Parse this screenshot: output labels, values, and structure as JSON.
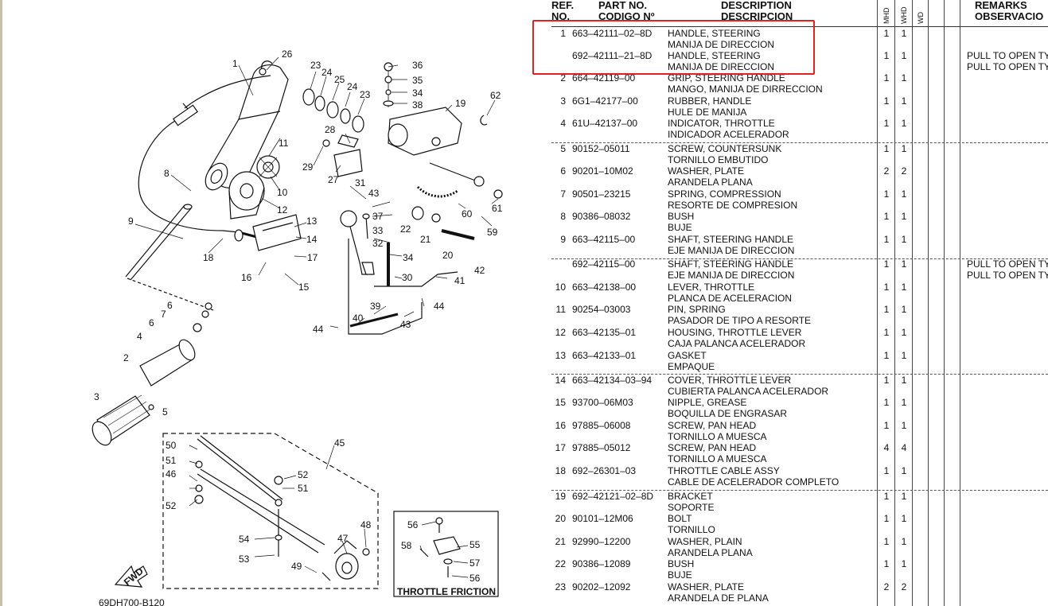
{
  "header": {
    "ref": [
      "REF.",
      "NO."
    ],
    "part_no": [
      "PART NO.",
      "CODIGO Nº"
    ],
    "description": [
      "DESCRIPTION",
      "DESCRIPCION"
    ],
    "remarks": [
      "REMARKS",
      "OBSERVACIO"
    ],
    "model_cols": [
      "MHD",
      "WHD",
      "WD"
    ]
  },
  "rows": [
    {
      "ref": "1",
      "part": "663–42111–02–8D",
      "d1": "HANDLE, STEERING",
      "d2": "MANIJA DE DIRECCION",
      "q1": "1",
      "q2": "1",
      "rm1": "",
      "rm2": ""
    },
    {
      "ref": "",
      "part": "692–42111–21–8D",
      "d1": "HANDLE, STEERING",
      "d2": "MANIJA DE DIRECCION",
      "q1": "1",
      "q2": "1",
      "rm1": "PULL TO OPEN TY",
      "rm2": "PULL TO OPEN TY"
    },
    {
      "ref": "2",
      "part": "664–42119–00",
      "d1": "GRIP, STEERING HANDLE",
      "d2": "MANGO, MANIJA DE DIRRECCION",
      "q1": "1",
      "q2": "1",
      "rm1": "",
      "rm2": ""
    },
    {
      "ref": "3",
      "part": "6G1–42177–00",
      "d1": "RUBBER, HANDLE",
      "d2": "HULE DE MANIJA",
      "q1": "1",
      "q2": "1",
      "rm1": "",
      "rm2": ""
    },
    {
      "ref": "4",
      "part": "61U–42137–00",
      "d1": "INDICATOR, THROTTLE",
      "d2": "INDICADOR ACELERADOR",
      "q1": "1",
      "q2": "1",
      "rm1": "",
      "rm2": ""
    },
    {
      "ref": "5",
      "part": "90152–05011",
      "d1": "SCREW, COUNTERSUNK",
      "d2": "TORNILLO EMBUTIDO",
      "q1": "1",
      "q2": "1",
      "rm1": "",
      "rm2": ""
    },
    {
      "ref": "6",
      "part": "90201–10M02",
      "d1": "WASHER, PLATE",
      "d2": "ARANDELA PLANA",
      "q1": "2",
      "q2": "2",
      "rm1": "",
      "rm2": ""
    },
    {
      "ref": "7",
      "part": "90501–23215",
      "d1": "SPRING, COMPRESSION",
      "d2": "RESORTE DE COMPRESION",
      "q1": "1",
      "q2": "1",
      "rm1": "",
      "rm2": ""
    },
    {
      "ref": "8",
      "part": "90386–08032",
      "d1": "BUSH",
      "d2": "BUJE",
      "q1": "1",
      "q2": "1",
      "rm1": "",
      "rm2": ""
    },
    {
      "ref": "9",
      "part": "663–42115–00",
      "d1": "SHAFT, STEERING HANDLE",
      "d2": "EJE MANIJA DE DIRECCION",
      "q1": "1",
      "q2": "1",
      "rm1": "",
      "rm2": ""
    },
    {
      "ref": "",
      "part": "692–42115–00",
      "d1": "SHAFT, STEERING HANDLE",
      "d2": "EJE MANIJA DE DIRECCION",
      "q1": "1",
      "q2": "1",
      "rm1": "PULL TO OPEN TY",
      "rm2": "PULL TO OPEN TY"
    },
    {
      "ref": "10",
      "part": "663–42138–00",
      "d1": "LEVER, THROTTLE",
      "d2": "PLANCA DE ACELERACION",
      "q1": "1",
      "q2": "1",
      "rm1": "",
      "rm2": ""
    },
    {
      "ref": "11",
      "part": "90254–03003",
      "d1": "PIN, SPRING",
      "d2": "PASADOR DE TIPO A RESORTE",
      "q1": "1",
      "q2": "1",
      "rm1": "",
      "rm2": ""
    },
    {
      "ref": "12",
      "part": "663–42135–01",
      "d1": "HOUSING, THROTTLE LEVER",
      "d2": "CAJA PALANCA ACELERADOR",
      "q1": "1",
      "q2": "1",
      "rm1": "",
      "rm2": ""
    },
    {
      "ref": "13",
      "part": "663–42133–01",
      "d1": "GASKET",
      "d2": "EMPAQUE",
      "q1": "1",
      "q2": "1",
      "rm1": "",
      "rm2": ""
    },
    {
      "ref": "14",
      "part": "663–42134–03–94",
      "d1": "COVER, THROTTLE LEVER",
      "d2": "CUBIERTA PALANCA ACELERADOR",
      "q1": "1",
      "q2": "1",
      "rm1": "",
      "rm2": ""
    },
    {
      "ref": "15",
      "part": "93700–06M03",
      "d1": "NIPPLE, GREASE",
      "d2": "BOQUILLA DE ENGRASAR",
      "q1": "1",
      "q2": "1",
      "rm1": "",
      "rm2": ""
    },
    {
      "ref": "16",
      "part": "97885–06008",
      "d1": "SCREW, PAN HEAD",
      "d2": "TORNILLO A MUESCA",
      "q1": "1",
      "q2": "1",
      "rm1": "",
      "rm2": ""
    },
    {
      "ref": "17",
      "part": "97885–05012",
      "d1": "SCREW, PAN HEAD",
      "d2": "TORNILLO A MUESCA",
      "q1": "4",
      "q2": "4",
      "rm1": "",
      "rm2": ""
    },
    {
      "ref": "18",
      "part": "692–26301–03",
      "d1": "THROTTLE CABLE ASSY",
      "d2": "CABLE DE ACELERADOR COMPLETO",
      "q1": "1",
      "q2": "1",
      "rm1": "",
      "rm2": ""
    },
    {
      "ref": "19",
      "part": "692–42121–02–8D",
      "d1": "BRACKET",
      "d2": "SOPORTE",
      "q1": "1",
      "q2": "1",
      "rm1": "",
      "rm2": ""
    },
    {
      "ref": "20",
      "part": "90101–12M06",
      "d1": "BOLT",
      "d2": "TORNILLO",
      "q1": "1",
      "q2": "1",
      "rm1": "",
      "rm2": ""
    },
    {
      "ref": "21",
      "part": "92990–12200",
      "d1": "WASHER, PLAIN",
      "d2": "ARANDELA PLANA",
      "q1": "1",
      "q2": "1",
      "rm1": "",
      "rm2": ""
    },
    {
      "ref": "22",
      "part": "90386–12089",
      "d1": "BUSH",
      "d2": "BUJE",
      "q1": "1",
      "q2": "1",
      "rm1": "",
      "rm2": ""
    },
    {
      "ref": "23",
      "part": "90202–12092",
      "d1": "WASHER, PLATE",
      "d2": "ARANDELA DE PLANA",
      "q1": "2",
      "q2": "2",
      "rm1": "",
      "rm2": ""
    }
  ],
  "diagram": {
    "labels": [
      "1",
      "2",
      "3",
      "4",
      "5",
      "6",
      "7",
      "6",
      "8",
      "9",
      "10",
      "11",
      "12",
      "13",
      "14",
      "15",
      "16",
      "17",
      "18",
      "19",
      "20",
      "21",
      "22",
      "23",
      "24",
      "25",
      "24",
      "23",
      "26",
      "27",
      "28",
      "29",
      "30",
      "31",
      "32",
      "33",
      "34",
      "35",
      "34",
      "36",
      "37",
      "38",
      "39",
      "40",
      "41",
      "42",
      "43",
      "43",
      "44",
      "44",
      "45",
      "46",
      "47",
      "48",
      "49",
      "50",
      "51",
      "52",
      "51",
      "52",
      "53",
      "54",
      "55",
      "56",
      "57",
      "58",
      "59",
      "60",
      "61",
      "62",
      "56"
    ],
    "throttle_friction": "THROTTLE FRICTION",
    "fwd": "FWD",
    "figure_code": "69DH700-B120"
  }
}
